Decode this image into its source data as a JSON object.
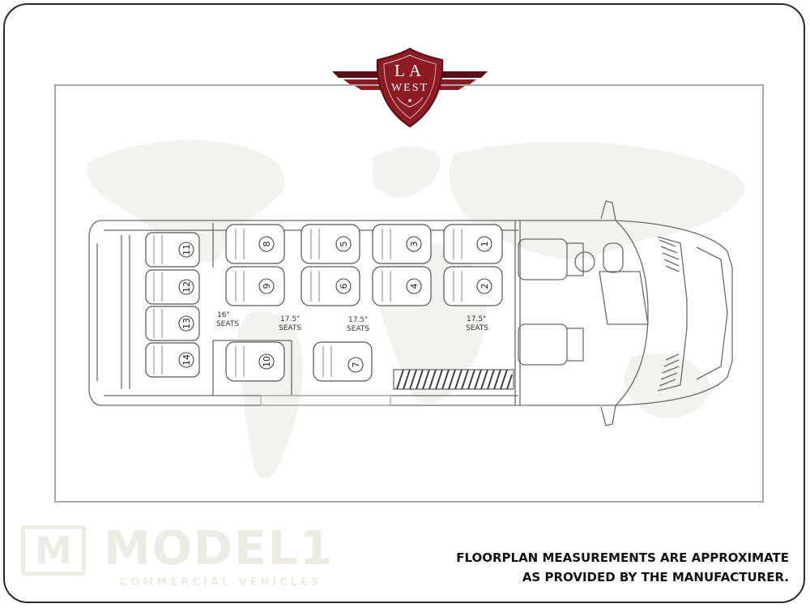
{
  "logo": {
    "line1": "LA",
    "line2": "WEST",
    "color_primary": "#8e1b24",
    "color_dark": "#5c0c13"
  },
  "labels": {
    "seat_width_1": "16\"",
    "seats_1": "SEATS",
    "seat_width_2": "17.5\"",
    "seats_2": "SEATS",
    "seat_width_3": "17.5\"",
    "seats_3": "SEATS",
    "seat_width_4": "17.5\"",
    "seats_4": "SEATS"
  },
  "seats": {
    "s1": "1",
    "s2": "2",
    "s3": "3",
    "s4": "4",
    "s5": "5",
    "s6": "6",
    "s7": "7",
    "s8": "8",
    "s9": "9",
    "s10": "10",
    "s11": "11",
    "s12": "12",
    "s13": "13",
    "s14": "14"
  },
  "watermark": {
    "mark": "M",
    "name": "MODEL1",
    "tagline": "COMMERCIAL VEHICLES"
  },
  "disclaimer": {
    "line1": "FLOORPLAN MEASUREMENTS ARE APPROXIMATE",
    "line2": "AS PROVIDED BY THE MANUFACTURER."
  }
}
